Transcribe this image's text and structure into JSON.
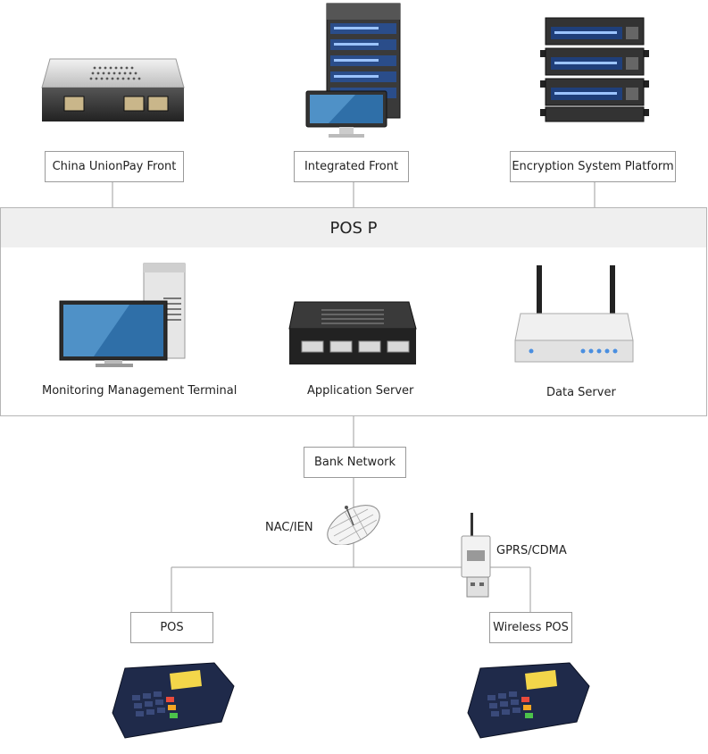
{
  "top_nodes": {
    "china_unionpay_front": "China UnionPay Front",
    "integrated_front": "Integrated Front",
    "encryption_platform": "Encryption System Platform"
  },
  "pos_platform": {
    "title": "POS P",
    "monitoring_terminal": "Monitoring Management Terminal",
    "application_server": "Application Server",
    "data_server": "Data Server"
  },
  "network": {
    "bank_network": "Bank Network",
    "nac_ien": "NAC/IEN",
    "gprs_cdma": "GPRS/CDMA"
  },
  "terminals": {
    "pos": "POS",
    "wireless_pos": "Wireless POS"
  },
  "colors": {
    "line": "#9e9e9e",
    "panel_header": "#efefef",
    "device_dark": "#2b2b2b",
    "led_blue": "#4a8fe0"
  }
}
